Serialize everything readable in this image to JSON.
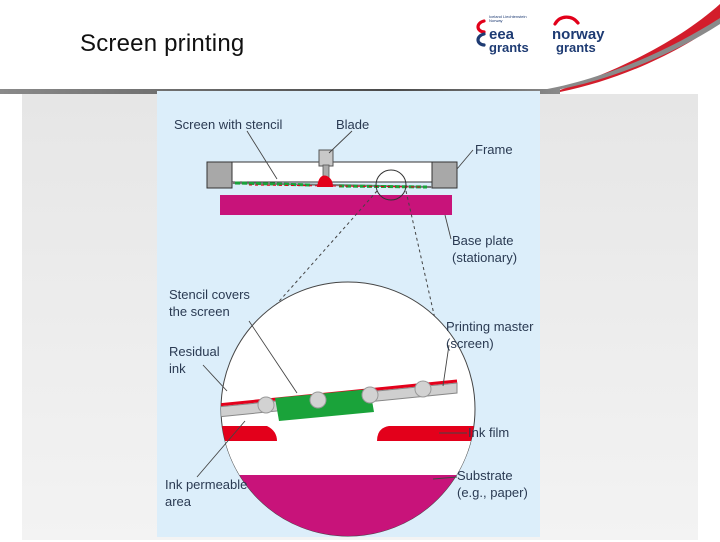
{
  "slide": {
    "title": "Screen printing"
  },
  "logos": {
    "eea": {
      "small_text": "Iceland Liechtenstein Norway",
      "line1": "eea",
      "line2": "grants",
      "color": "#1e3b73",
      "accent": "#e2001a"
    },
    "norway": {
      "line1": "norway",
      "line2": "grants",
      "color": "#1e3b73",
      "accent": "#e2001a"
    }
  },
  "diagram": {
    "labels": {
      "screen_with_stencil": "Screen with stencil",
      "blade": "Blade",
      "frame": "Frame",
      "base_plate_1": "Base plate",
      "base_plate_2": "(stationary)",
      "stencil_covers_1": "Stencil covers",
      "stencil_covers_2": "the screen",
      "printing_master_1": "Printing master",
      "printing_master_2": "(screen)",
      "residual_1": "Residual",
      "residual_2": "ink",
      "ink_film": "Ink film",
      "substrate_1": "Substrate",
      "substrate_2": "(e.g., paper)",
      "permeable_1": "Ink permeable",
      "permeable_2": "area"
    },
    "colors": {
      "background": "#dceefa",
      "base_plate": "#c8137a",
      "ink": "#e3001b",
      "stencil": "#1aa33a",
      "frame": "#a8a8a8"
    }
  }
}
